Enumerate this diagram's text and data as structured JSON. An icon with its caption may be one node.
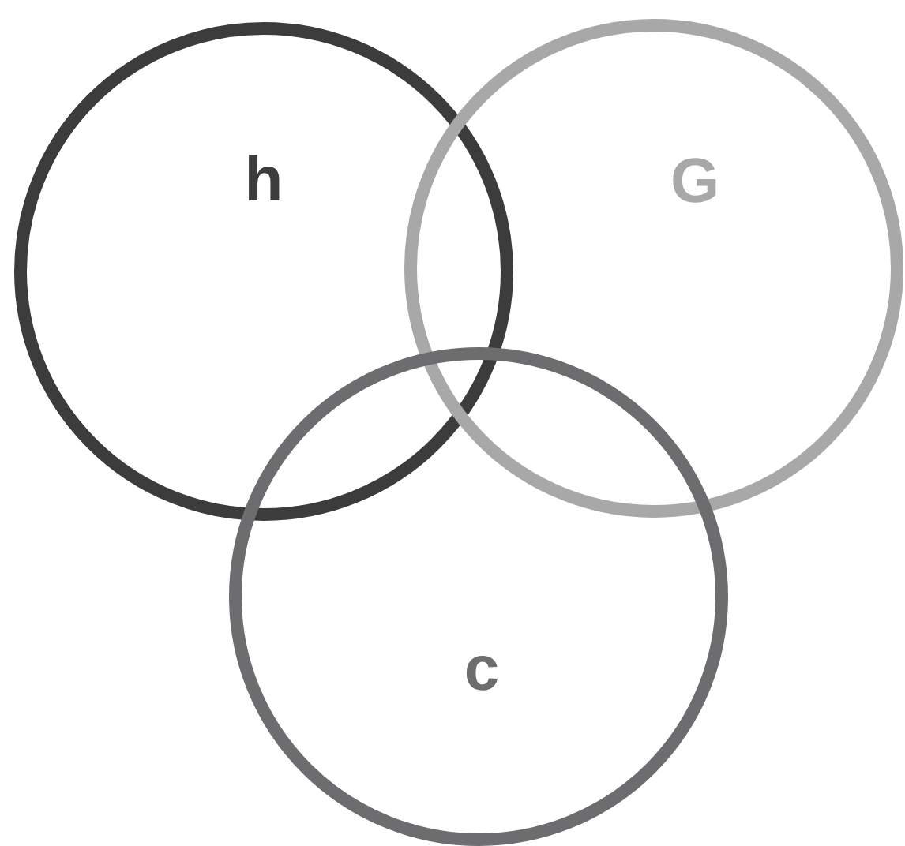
{
  "diagram": {
    "nodes": [
      {
        "text": [
          "h"
        ]
      },
      {
        "text": [
          "G"
        ]
      },
      {
        "text": [
          "c"
        ]
      }
    ]
  }
}
